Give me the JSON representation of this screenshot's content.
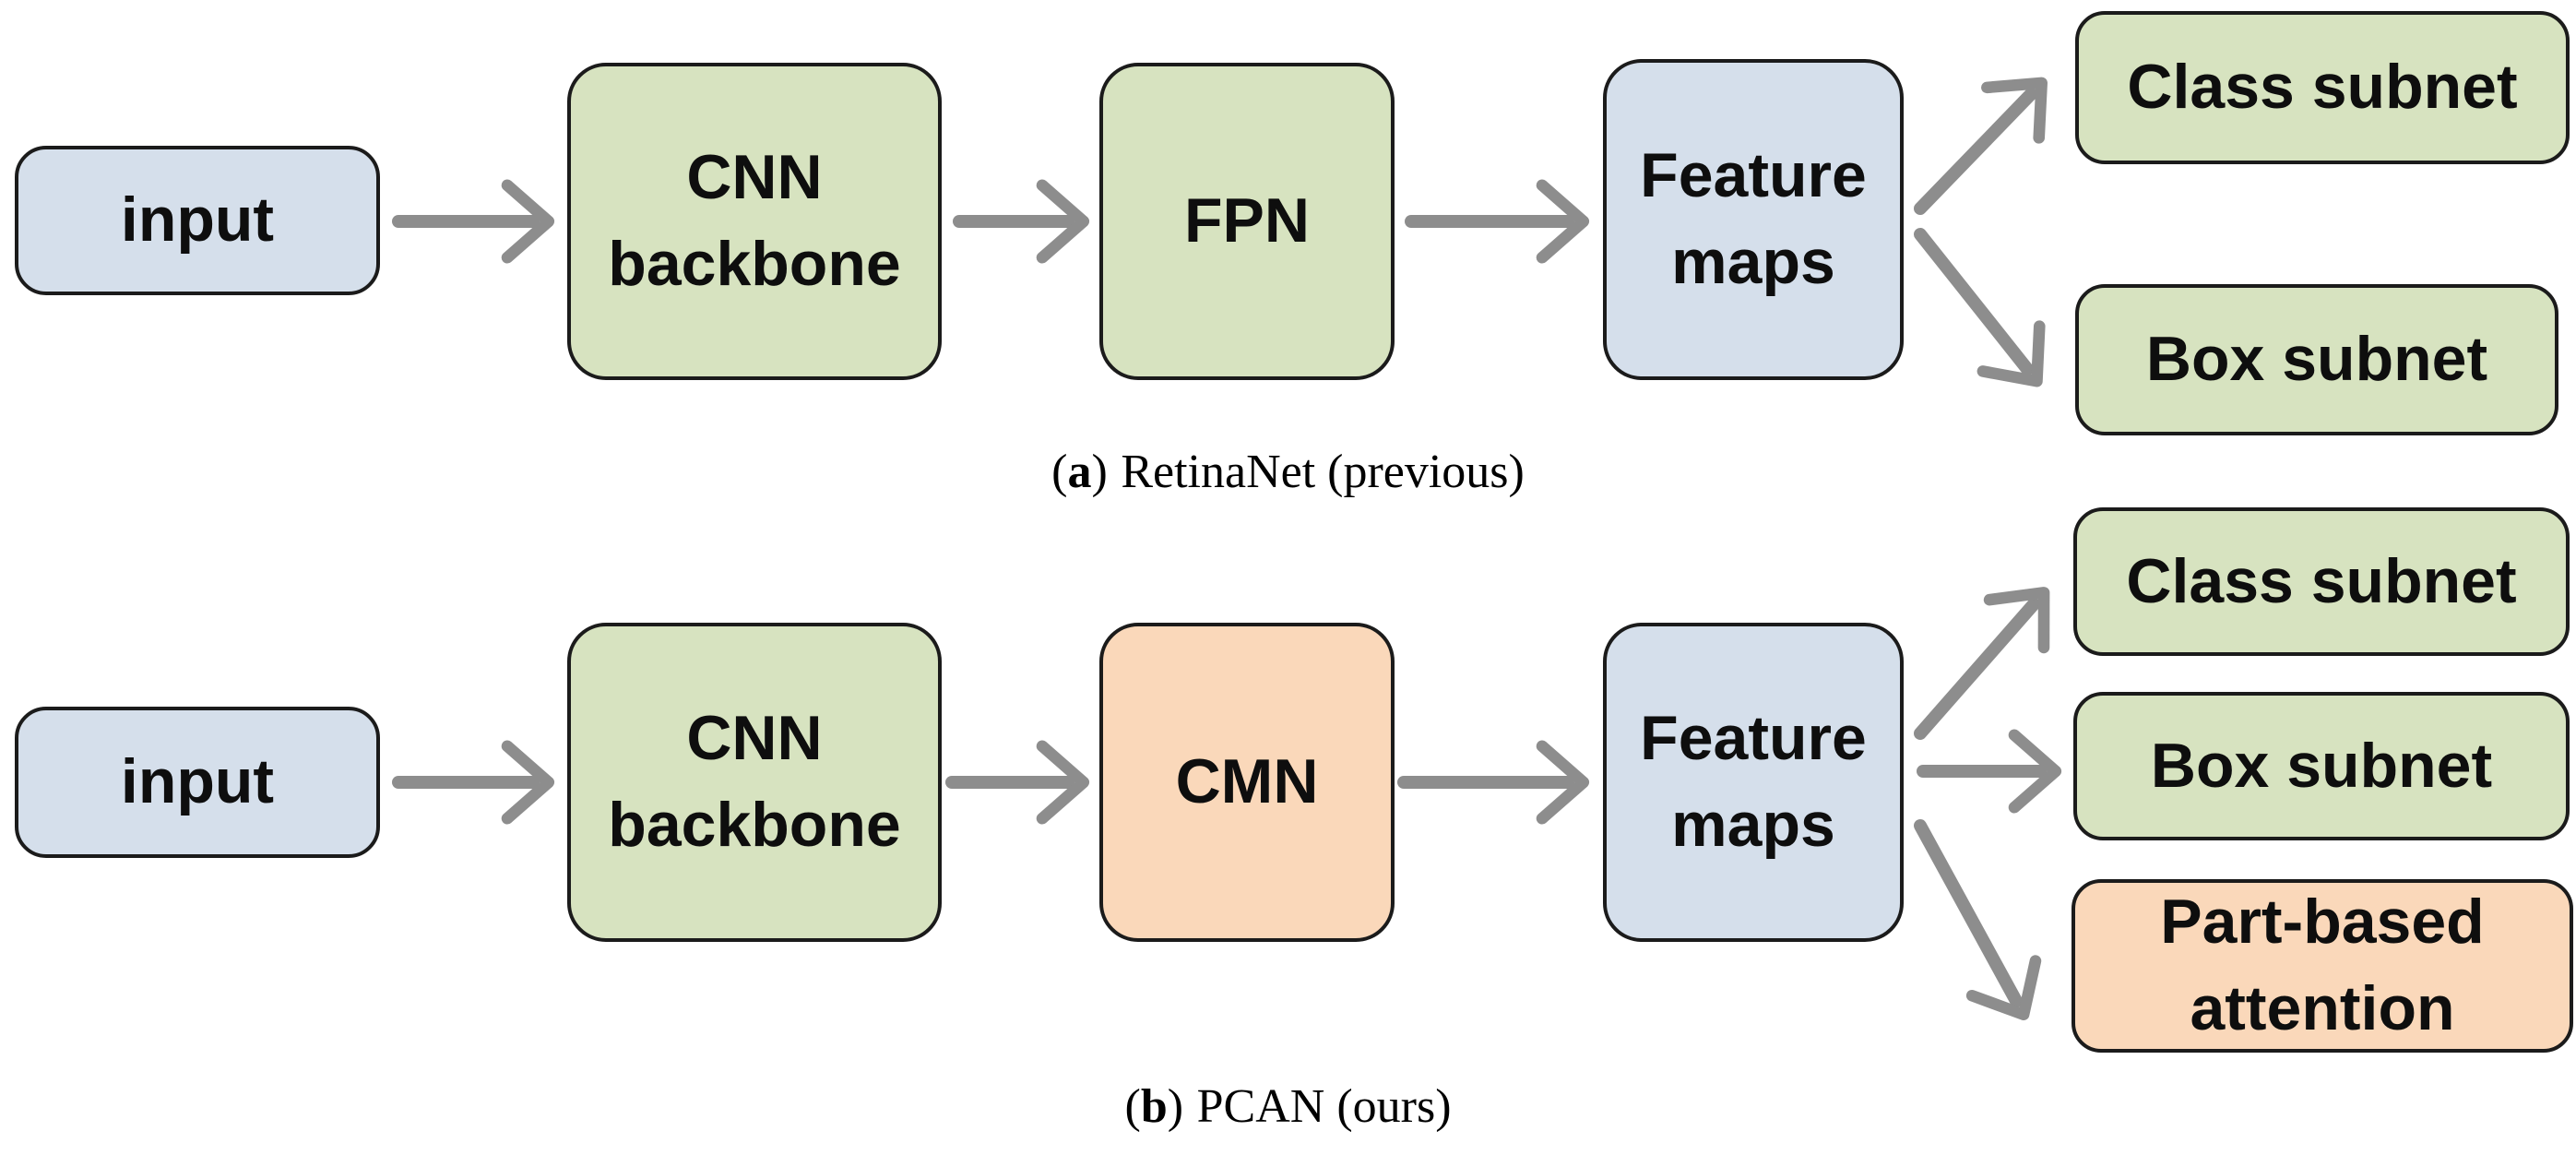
{
  "colors": {
    "box-blue": "#d5dfeb",
    "box-green": "#d7e3c0",
    "box-orange": "#fad8ba",
    "arrow-color": "#8d8d8d",
    "border-color": "#1b1b1b",
    "text-color": "#0e0e0e",
    "caption-color": "#000000",
    "background": "#ffffff"
  },
  "diagram_a": {
    "nodes": {
      "input": "input",
      "backbone": "CNN backbone",
      "neck": "FPN",
      "features": "Feature maps",
      "head1": "Class subnet",
      "head2": "Box subnet"
    },
    "edges": [
      [
        "input",
        "backbone"
      ],
      [
        "backbone",
        "neck"
      ],
      [
        "neck",
        "features"
      ],
      [
        "features",
        "head1"
      ],
      [
        "features",
        "head2"
      ]
    ],
    "caption": {
      "open": "(",
      "letter": "a",
      "close": ")",
      "text": "RetinaNet (previous)"
    }
  },
  "diagram_b": {
    "nodes": {
      "input": "input",
      "backbone": "CNN backbone",
      "neck": "CMN",
      "features": "Feature maps",
      "head1": "Class subnet",
      "head2": "Box subnet",
      "head3": "Part-based attention"
    },
    "edges": [
      [
        "input",
        "backbone"
      ],
      [
        "backbone",
        "neck"
      ],
      [
        "neck",
        "features"
      ],
      [
        "features",
        "head1"
      ],
      [
        "features",
        "head2"
      ],
      [
        "features",
        "head3"
      ]
    ],
    "caption": {
      "open": "(",
      "letter": "b",
      "close": ")",
      "text": "PCAN (ours)"
    }
  }
}
